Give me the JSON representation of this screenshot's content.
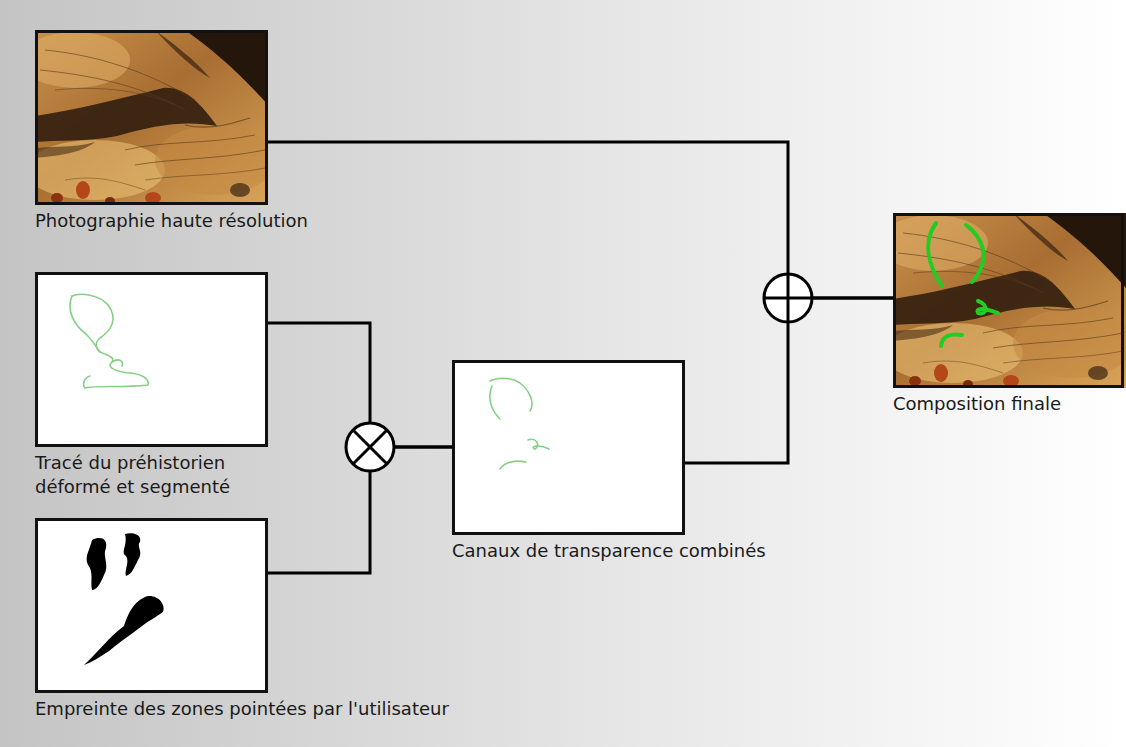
{
  "diagram": {
    "nodes": [
      {
        "text": [
          "Photographie haute résolution"
        ]
      },
      {
        "text": [
          "Tracé du préhistorien déformé et segmenté"
        ]
      },
      {
        "text": [
          "Empreinte des zones pointées par l'utilisateur"
        ]
      },
      {
        "text": [
          "Canaux de transparence combinés"
        ]
      },
      {
        "text": [
          "Composition finale"
        ]
      }
    ],
    "edges": [
      {
        "from": 0,
        "to": 4,
        "arrow": "none"
      },
      {
        "from": 1,
        "to": 3,
        "arrow": "none"
      },
      {
        "from": 2,
        "to": 3,
        "arrow": "none"
      },
      {
        "from": 3,
        "to": 4,
        "arrow": "none"
      }
    ]
  }
}
